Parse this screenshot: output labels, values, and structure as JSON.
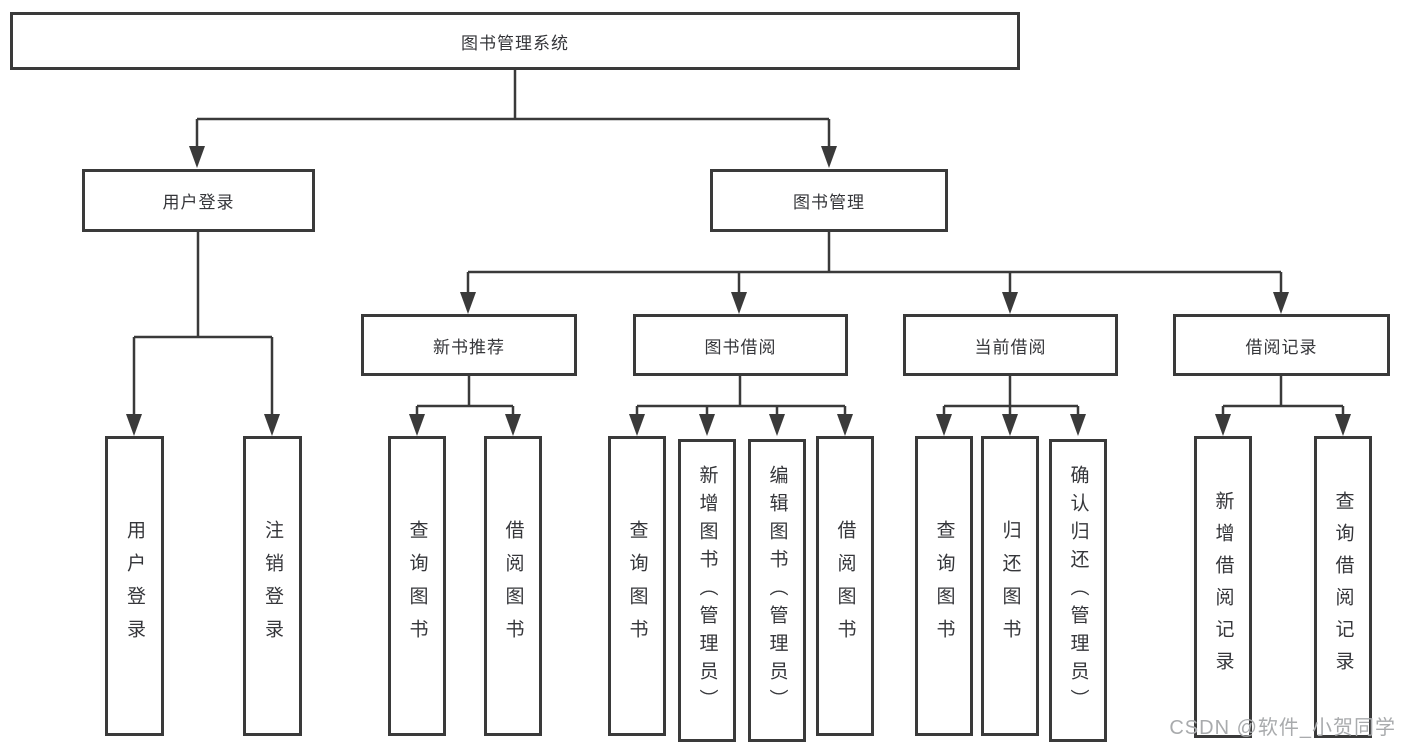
{
  "tree": {
    "label": "图书管理系统",
    "children": [
      {
        "label": "用户登录",
        "children": [
          {
            "label": "用户登录"
          },
          {
            "label": "注销登录"
          }
        ]
      },
      {
        "label": "图书管理",
        "children": [
          {
            "label": "新书推荐",
            "children": [
              {
                "label": "查询图书"
              },
              {
                "label": "借阅图书"
              }
            ]
          },
          {
            "label": "图书借阅",
            "children": [
              {
                "label": "查询图书"
              },
              {
                "label": "新增图书（管理员）"
              },
              {
                "label": "编辑图书（管理员）"
              },
              {
                "label": "借阅图书"
              }
            ]
          },
          {
            "label": "当前借阅",
            "children": [
              {
                "label": "查询图书"
              },
              {
                "label": "归还图书"
              },
              {
                "label": "确认归还（管理员）"
              }
            ]
          },
          {
            "label": "借阅记录",
            "children": [
              {
                "label": "新增借阅记录"
              },
              {
                "label": "查询借阅记录"
              }
            ]
          }
        ]
      }
    ]
  },
  "watermark": "CSDN @软件_小贺同学",
  "colors": {
    "line": "#3a3a3a",
    "text": "#35363a",
    "watermark": "#a9abad",
    "background": "#ffffff"
  }
}
